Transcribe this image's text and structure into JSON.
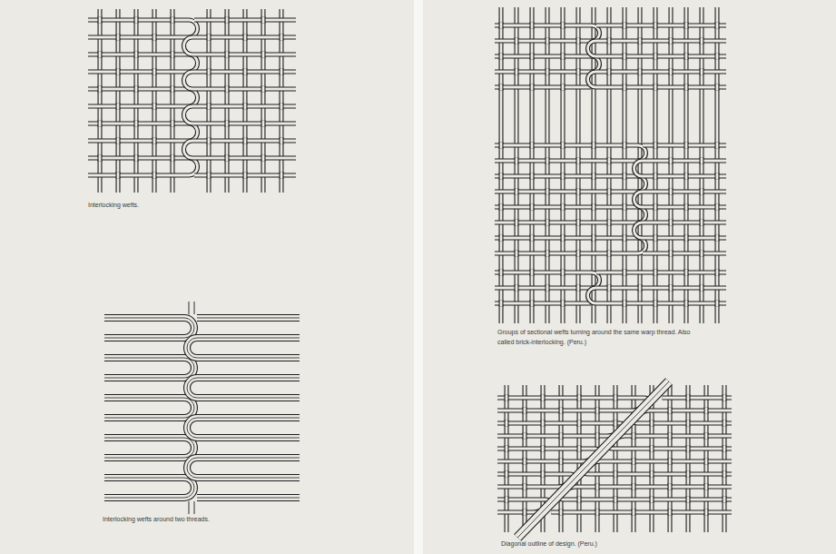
{
  "diagram": {
    "labels": [
      "Interlocking wefts.",
      "Interlocking wefts around two threads.",
      "Groups of sectional wefts turning around the same warp thread. Also called brick-interlocking. (Peru.)",
      "Diagonal outline of design. (Peru.)"
    ]
  }
}
